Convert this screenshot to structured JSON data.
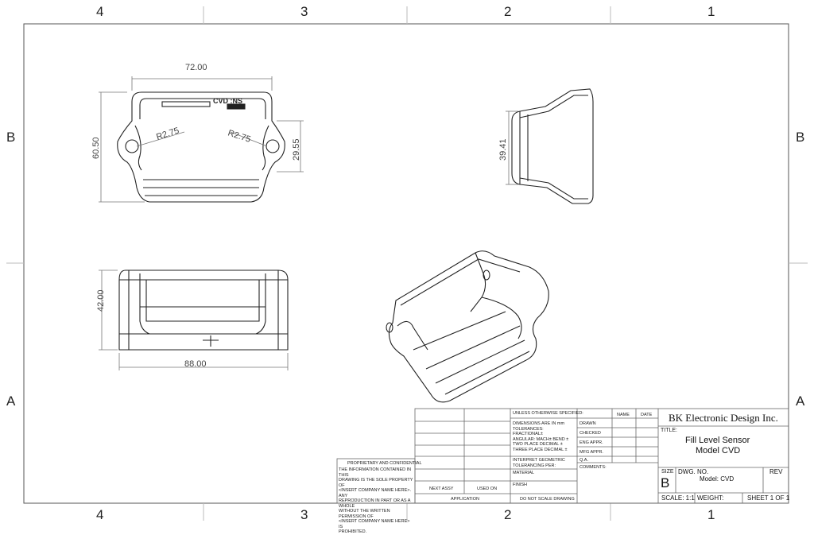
{
  "zones": {
    "columns": [
      "4",
      "3",
      "2",
      "1"
    ],
    "rows": [
      "B",
      "A"
    ]
  },
  "dimensions": {
    "top_width": "72.00",
    "top_height": "60.50",
    "radius_left": "R2.75",
    "radius_right": "R2.75",
    "hole_spacing": "29.55",
    "side_height": "39.41",
    "front_height": "42.00",
    "front_width": "88.00",
    "engraving": "CVD :NS"
  },
  "title_block": {
    "unless_specified": "UNLESS OTHERWISE SPECIFIED:",
    "dims_note": "DIMENSIONS ARE IN mm\nTOLERANCES:\nFRACTIONAL±\nANGULAR: MACH±    BEND ±\nTWO PLACE DECIMAL    ±\nTHREE PLACE DECIMAL  ±",
    "interpret": "INTERPRET GEOMETRIC\nTOLERANCING PER:",
    "material": "MATERIAL",
    "finish": "FINISH",
    "no_scale": "DO NOT SCALE DRAWING",
    "next_assy": "NEXT ASSY",
    "used_on": "USED ON",
    "application": "APPLICATION",
    "name_col": "NAME",
    "date_col": "DATE",
    "drawn": "DRAWN",
    "checked": "CHECKED",
    "eng_appr": "ENG APPR.",
    "mfg_appr": "MFG APPR.",
    "qa": "Q.A.",
    "comments": "COMMENTS:",
    "proprietary_title": "PROPRIETARY AND CONFIDENTIAL",
    "proprietary_text": "THE INFORMATION CONTAINED IN THIS\nDRAWING IS THE SOLE PROPERTY OF\n<INSERT COMPANY NAME HERE>.  ANY\nREPRODUCTION IN PART OR AS A WHOLE\nWITHOUT THE WRITTEN PERMISSION OF\n<INSERT COMPANY NAME HERE> IS\nPROHIBITED.",
    "company": "BK Electronic Design Inc.",
    "title_label": "TITLE:",
    "title_line1": "Fill Level Sensor",
    "title_line2": "Model CVD",
    "size_label": "SIZE",
    "size_value": "B",
    "dwg_label": "DWG.  NO.",
    "dwg_value": "Model: CVD",
    "rev_label": "REV",
    "scale": "SCALE: 1:1",
    "weight": "WEIGHT:",
    "sheet": "SHEET 1 OF 1"
  }
}
